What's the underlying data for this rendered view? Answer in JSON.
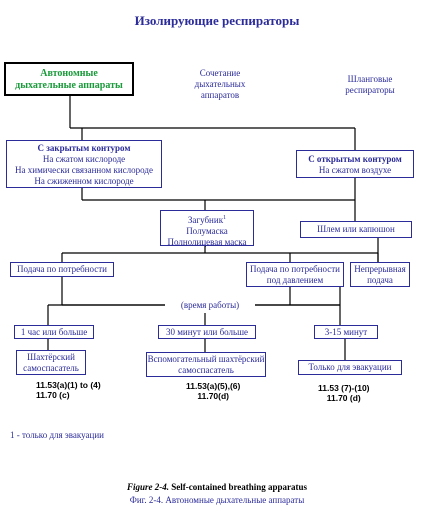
{
  "title": "Изолирующие респираторы",
  "top": {
    "autonomous": [
      "Автономные",
      "дыхательные аппараты"
    ],
    "combined": [
      "Сочетание",
      "дыхательных",
      "аппаратов"
    ],
    "hose": [
      "Шланговые",
      "респираторы"
    ]
  },
  "closed_circuit": {
    "heading": "С закрытым контуром",
    "lines": [
      "На сжатом кислороде",
      "На химически связанном кислороде",
      "На сжиженном кислороде"
    ]
  },
  "open_circuit": {
    "heading": "С открытым контуром",
    "lines": [
      "На сжатом воздухе"
    ]
  },
  "facepiece": {
    "line1": "Загубник",
    "sup": "1",
    "lines": [
      "Полумаска",
      "Полнолицевая маска"
    ]
  },
  "helmet": "Шлем или капюшон",
  "demand": "Подача по потребности",
  "pressure_demand": [
    "Подача по потребности",
    "под давлением"
  ],
  "continuous": [
    "Непрерывная",
    "подача"
  ],
  "work_time": "(время работы)",
  "durations": [
    "1 час или больше",
    "30 минут или больше",
    "3-15 минут"
  ],
  "devices": {
    "mine_self_rescuer": [
      "Шахтёрский",
      "самоспасатель"
    ],
    "aux_self_rescuer": [
      "Вспомогательный шахтёрский",
      "самоспасатель"
    ],
    "escape_only": "Только для эвакуации"
  },
  "refs": {
    "left": [
      "11.53(a)(1) to (4)",
      "11.70 (c)"
    ],
    "middle": [
      "11.53(a)(5),(6)",
      "11.70(d)"
    ],
    "right": [
      "11.53 (7)-(10)",
      "11.70 (d)"
    ]
  },
  "footnote": "1 - только для эвакуации",
  "caption_en": {
    "figure": "Figure 2-4.",
    "text": "Self-contained breathing apparatus"
  },
  "caption_ru": "Фиг. 2-4. Автономные дыхательные аппараты"
}
